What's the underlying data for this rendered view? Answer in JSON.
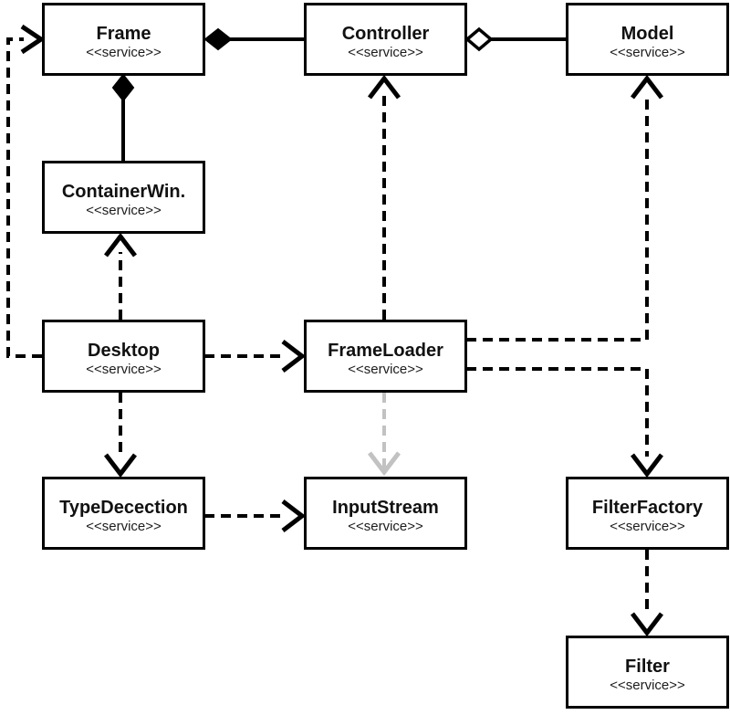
{
  "diagram": {
    "nodes": {
      "frame": {
        "title": "Frame",
        "stereotype": "<<service>>"
      },
      "controller": {
        "title": "Controller",
        "stereotype": "<<service>>"
      },
      "model": {
        "title": "Model",
        "stereotype": "<<service>>"
      },
      "containerwin": {
        "title": "ContainerWin.",
        "stereotype": "<<service>>"
      },
      "desktop": {
        "title": "Desktop",
        "stereotype": "<<service>>"
      },
      "frameloader": {
        "title": "FrameLoader",
        "stereotype": "<<service>>"
      },
      "typedecection": {
        "title": "TypeDecection",
        "stereotype": "<<service>>"
      },
      "inputstream": {
        "title": "InputStream",
        "stereotype": "<<service>>"
      },
      "filterfactory": {
        "title": "FilterFactory",
        "stereotype": "<<service>>"
      },
      "filter": {
        "title": "Filter",
        "stereotype": "<<service>>"
      }
    },
    "edges": [
      {
        "from": "Frame",
        "to": "Controller",
        "type": "composition",
        "diamond_at": "Frame"
      },
      {
        "from": "Controller",
        "to": "Model",
        "type": "aggregation",
        "diamond_at": "Controller"
      },
      {
        "from": "Frame",
        "to": "ContainerWin.",
        "type": "composition",
        "diamond_at": "Frame"
      },
      {
        "from": "Desktop",
        "to": "Frame",
        "type": "dependency"
      },
      {
        "from": "Desktop",
        "to": "ContainerWin.",
        "type": "dependency"
      },
      {
        "from": "Desktop",
        "to": "FrameLoader",
        "type": "dependency"
      },
      {
        "from": "Desktop",
        "to": "TypeDecection",
        "type": "dependency"
      },
      {
        "from": "TypeDecection",
        "to": "InputStream",
        "type": "dependency"
      },
      {
        "from": "FrameLoader",
        "to": "Controller",
        "type": "dependency"
      },
      {
        "from": "FrameLoader",
        "to": "InputStream",
        "type": "dependency",
        "muted": true
      },
      {
        "from": "FrameLoader",
        "to": "Model",
        "type": "dependency"
      },
      {
        "from": "FrameLoader",
        "to": "FilterFactory",
        "type": "dependency"
      },
      {
        "from": "FilterFactory",
        "to": "Filter",
        "type": "dependency"
      }
    ],
    "colors": {
      "line": "#000000",
      "muted_line": "#c2c2c2",
      "box_fill": "#ffffff",
      "text": "#111111",
      "background": "#ffffff"
    }
  }
}
